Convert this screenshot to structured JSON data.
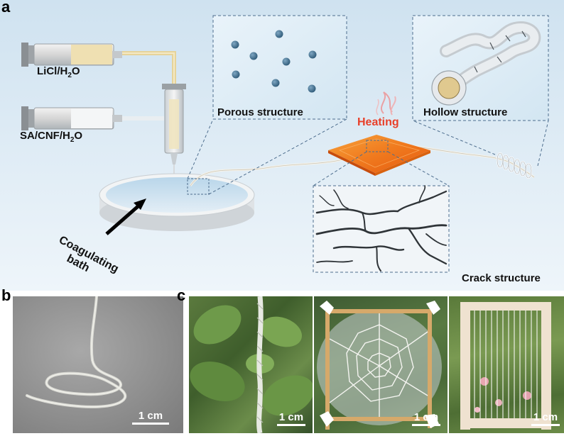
{
  "panel_a": {
    "letter": "a",
    "syringe_top_label": "LiCl/H",
    "syringe_top_sub": "2",
    "syringe_top_tail": "O",
    "syringe_bottom_label": "SA/CNF/H",
    "syringe_bottom_sub": "2",
    "syringe_bottom_tail": "O",
    "bath_label_line1": "Coagulating",
    "bath_label_line2": "bath",
    "porous_label": "Porous structure",
    "heating_label": "Heating",
    "hollow_label": "Hollow structure",
    "crack_label": "Crack structure"
  },
  "panel_b": {
    "letter": "b",
    "scale_label": "1 cm"
  },
  "panel_c": {
    "letter": "c",
    "scale_label_1": "1 cm",
    "scale_label_2": "1 cm",
    "scale_label_3": "1 cm"
  },
  "colors": {
    "panel_a_bg": "#d8e8f3",
    "heating_red": "#e8402a",
    "heater_orange": "#f07a1e",
    "dashed_blue": "#5a7a9a",
    "pore_dot": "#3f6e8e"
  }
}
